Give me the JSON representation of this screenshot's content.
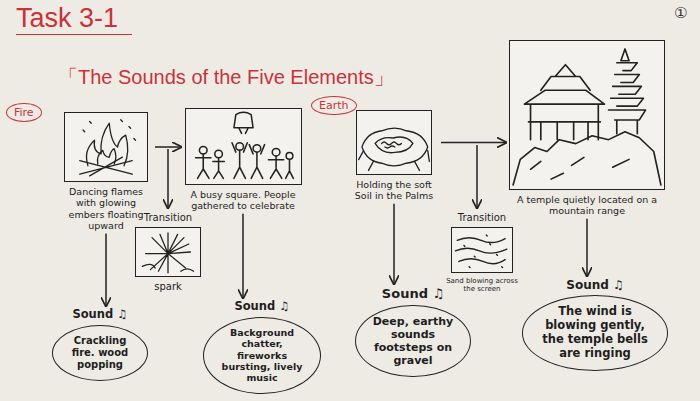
{
  "diagram": {
    "title": "Task 3-1",
    "nodes": [
      {
        "text": [
          "Fire"
        ]
      },
      {
        "text": [
          "Dancing flames with glowing embers floating upward"
        ]
      },
      {
        "text": [
          "Transition",
          "spark"
        ]
      },
      {
        "text": [
          "A busy square. People gathered to celebrate"
        ]
      },
      {
        "text": [
          "Earth"
        ]
      },
      {
        "text": [
          "Holding the soft Soil in the Palms"
        ]
      },
      {
        "text": [
          "Transition",
          "Sand blowing across the screen"
        ]
      },
      {
        "text": [
          "A temple quietly located on a mountain range"
        ]
      },
      {
        "text": [
          "Sound ♫",
          "Crackling fire. wood popping"
        ]
      },
      {
        "text": [
          "Sound ♫",
          "Background chatter, fireworks bursting, lively music"
        ]
      },
      {
        "text": [
          "Sound ♫",
          "Deep, earthy sounds footsteps on gravel"
        ]
      },
      {
        "text": [
          "Sound ♫",
          "The wind is blowing gently, the temple bells are ringing"
        ]
      }
    ],
    "edges": [
      {
        "from": 1,
        "to": 3,
        "arrow": "to"
      },
      {
        "from": 1,
        "to": 8,
        "arrow": "to"
      },
      {
        "from": 3,
        "to": 9,
        "arrow": "to"
      },
      {
        "from": 5,
        "to": 7,
        "arrow": "to"
      },
      {
        "from": 5,
        "to": 10,
        "arrow": "to"
      },
      {
        "from": 7,
        "to": 11,
        "arrow": "to"
      }
    ],
    "labels": [
      "「The Sounds of the Five Elements」",
      "①"
    ]
  }
}
